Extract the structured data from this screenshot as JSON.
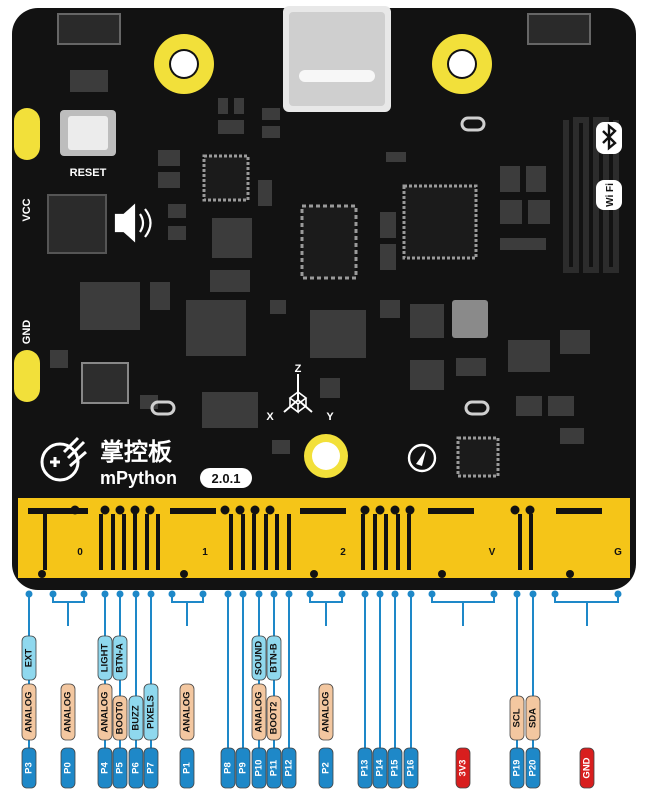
{
  "board": {
    "reset_label": "RESET",
    "vcc_label": "VCC",
    "gnd_label": "GND",
    "brand_cn": "掌控板",
    "brand_en": "mPython",
    "version": "2.0.1",
    "axis_z": "Z",
    "axis_x": "X",
    "axis_y": "Y",
    "wifi_label": "Wi Fi"
  },
  "edge_pads": [
    "0",
    "1",
    "2",
    "V",
    "G"
  ],
  "colors": {
    "board": "#121212",
    "gold": "#f5c518",
    "blue_label": "#1e88c8",
    "cyan_label": "#8fd8ee",
    "tan_label": "#f3c7a0",
    "red_label": "#d81e1e",
    "ring": "#f2e03a"
  },
  "pins": [
    {
      "name": "P3",
      "functions": [
        "ANALOG",
        "EXT"
      ]
    },
    {
      "name": "P0",
      "functions": [
        "ANALOG"
      ]
    },
    {
      "name": "P4",
      "functions": [
        "ANALOG",
        "LIGHT"
      ]
    },
    {
      "name": "P5",
      "functions": [
        "BOOT0",
        "BTN-A"
      ]
    },
    {
      "name": "P6",
      "functions": [
        "BUZZ"
      ]
    },
    {
      "name": "P7",
      "functions": [
        "PIXELS"
      ]
    },
    {
      "name": "P1",
      "functions": [
        "ANALOG"
      ]
    },
    {
      "name": "P8",
      "functions": []
    },
    {
      "name": "P9",
      "functions": []
    },
    {
      "name": "P10",
      "functions": [
        "ANALOG",
        "SOUND"
      ]
    },
    {
      "name": "P11",
      "functions": [
        "BOOT2",
        "BTN-B"
      ]
    },
    {
      "name": "P12",
      "functions": []
    },
    {
      "name": "P2",
      "functions": [
        "ANALOG"
      ]
    },
    {
      "name": "P13",
      "functions": []
    },
    {
      "name": "P14",
      "functions": []
    },
    {
      "name": "P15",
      "functions": []
    },
    {
      "name": "P16",
      "functions": []
    },
    {
      "name": "3V3",
      "functions": []
    },
    {
      "name": "P19",
      "functions": [
        "SCL"
      ]
    },
    {
      "name": "P20",
      "functions": [
        "SDA"
      ]
    },
    {
      "name": "GND",
      "functions": []
    }
  ]
}
